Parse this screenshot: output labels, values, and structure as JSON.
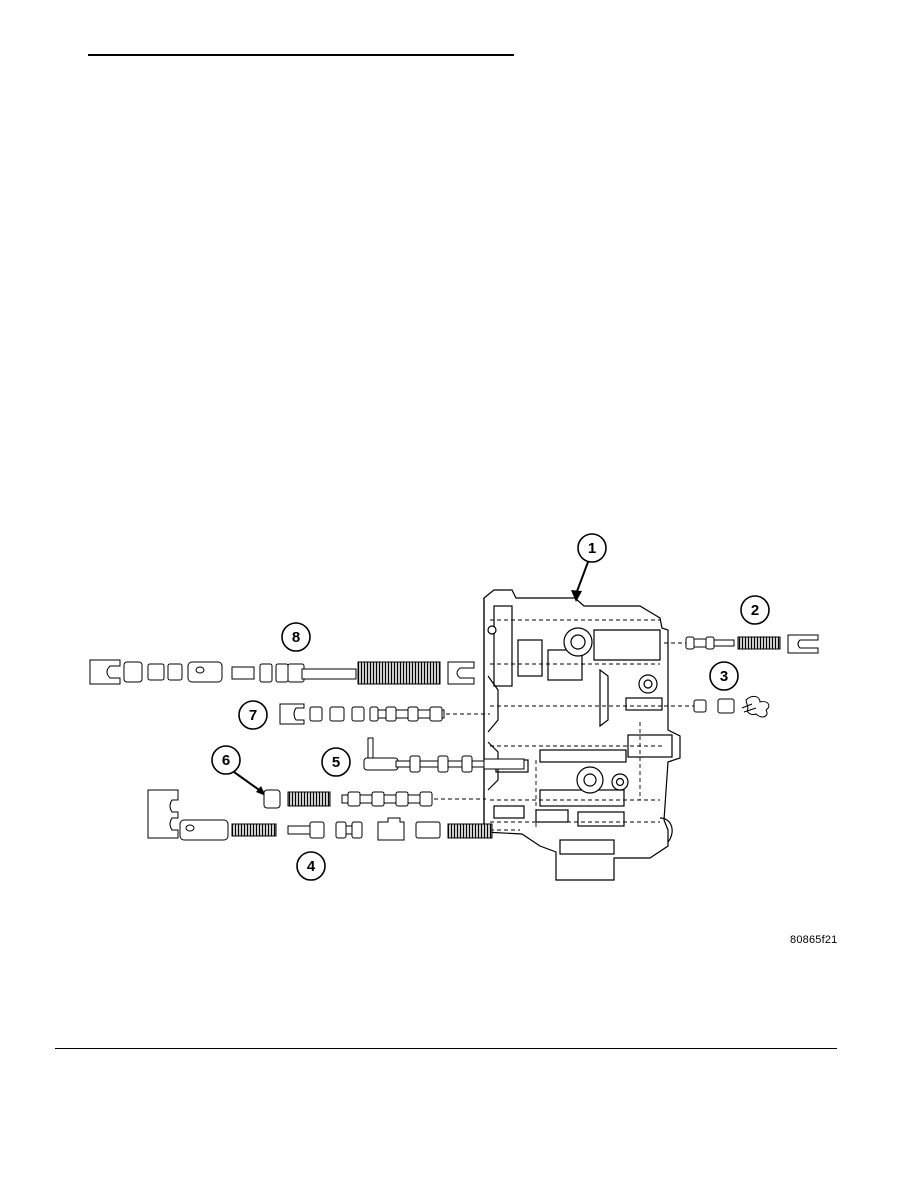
{
  "figure": {
    "id": "80865f21",
    "callouts": [
      "1",
      "2",
      "3",
      "4",
      "5",
      "6",
      "7",
      "8"
    ]
  }
}
